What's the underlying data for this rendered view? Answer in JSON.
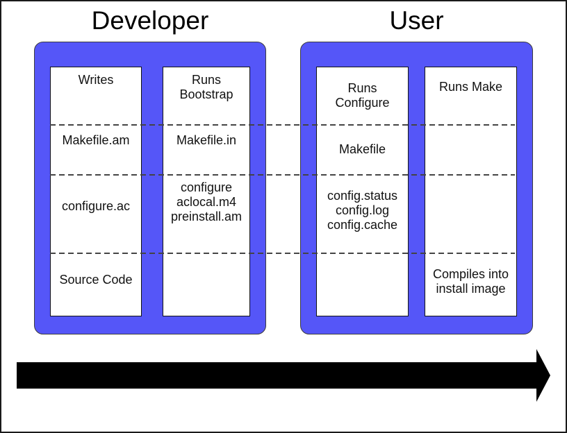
{
  "developer": {
    "title": "Developer",
    "writes_column": {
      "row1": "Writes",
      "row2": "Makefile.am",
      "row3": "configure.ac",
      "row4": "Source Code"
    },
    "bootstrap_column": {
      "row1": "Runs\nBootstrap",
      "row2": "Makefile.in",
      "row3": "configure\naclocal.m4\npreinstall.am"
    }
  },
  "user": {
    "title": "User",
    "configure_column": {
      "row1": "Runs\nConfigure",
      "row2": "Makefile",
      "row3": "config.status\nconfig.log\nconfig.cache"
    },
    "make_column": {
      "row1": "Runs Make",
      "row4": "Compiles into\ninstall image"
    }
  },
  "colors": {
    "container_blue": "#5556f8",
    "box_white": "#ffffff",
    "outline": "#3c3c3c",
    "dash_gray": "#444444",
    "arrow_black": "#000000",
    "text_black": "#111111"
  }
}
